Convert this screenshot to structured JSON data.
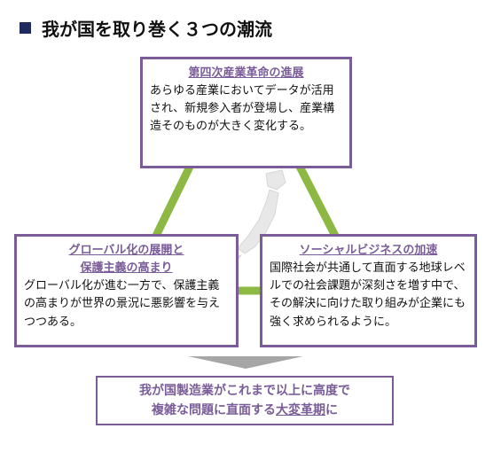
{
  "title": "我が国を取り巻く３つの潮流",
  "trends": {
    "top": {
      "title": "第四次産業革命の進展",
      "body": "あらゆる産業においてデータが活用され、新規参入者が登場し、産業構造そのものが大きく変化する。"
    },
    "left": {
      "title_line1": "グローバル化の展開と",
      "title_line2": "保護主義の高まり",
      "body": "グローバル化が進む一方で、保護主義の高まりが世界の景況に悪影響を与えつつある。"
    },
    "right": {
      "title": "ソーシャルビジネスの加速",
      "body": "国際社会が共通して直面する地球レベルでの社会課題が深刻さを増す中で、その解決に向けた取り組みが企業にも強く求められるように。"
    }
  },
  "conclusion": {
    "line1": "我が国製造業がこれまで以上に高度で",
    "line2_prefix": "複雑な問題に直面する",
    "line2_emphasis": "大変革期",
    "line2_suffix": "に"
  },
  "colors": {
    "frame": "#7a5c99",
    "connector": "#8db843",
    "arrow": "#a6a6a6",
    "map": "#e8e8e8",
    "title_square": "#1f2a5e"
  }
}
